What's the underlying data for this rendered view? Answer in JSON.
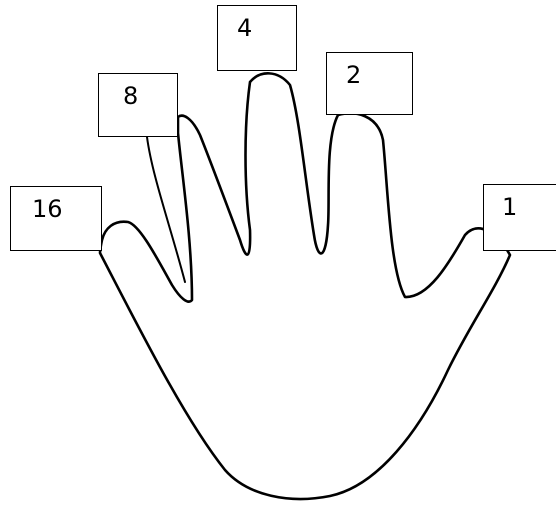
{
  "fingers": [
    {
      "id": "thumb",
      "value": "16"
    },
    {
      "id": "index",
      "value": "8"
    },
    {
      "id": "middle",
      "value": "4"
    },
    {
      "id": "ring",
      "value": "2"
    },
    {
      "id": "pinky",
      "value": "1"
    }
  ],
  "colors": {
    "outline": "#000000",
    "background": "#ffffff"
  }
}
